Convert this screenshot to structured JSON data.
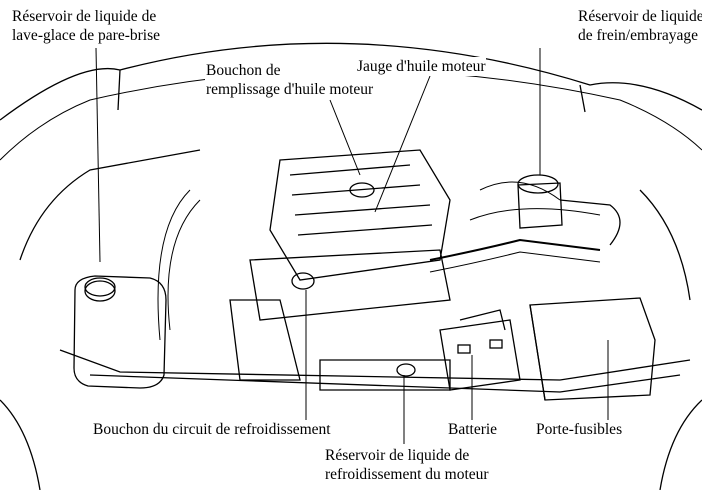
{
  "labels": {
    "washer_reservoir": [
      "Réservoir de liquide de",
      "lave-glace de pare-brise"
    ],
    "brake_reservoir": [
      "Réservoir de liquide",
      "de frein/embrayage"
    ],
    "oil_filler_cap": [
      "Bouchon de",
      "remplissage d'huile moteur"
    ],
    "dipstick": [
      "Jauge d'huile moteur"
    ],
    "radiator_cap": [
      "Bouchon du circuit de refroidissement"
    ],
    "coolant_reservoir": [
      "Réservoir de liquide de",
      "refroidissement du moteur"
    ],
    "battery": [
      "Batterie"
    ],
    "fuse_box": [
      "Porte-fusibles"
    ]
  }
}
